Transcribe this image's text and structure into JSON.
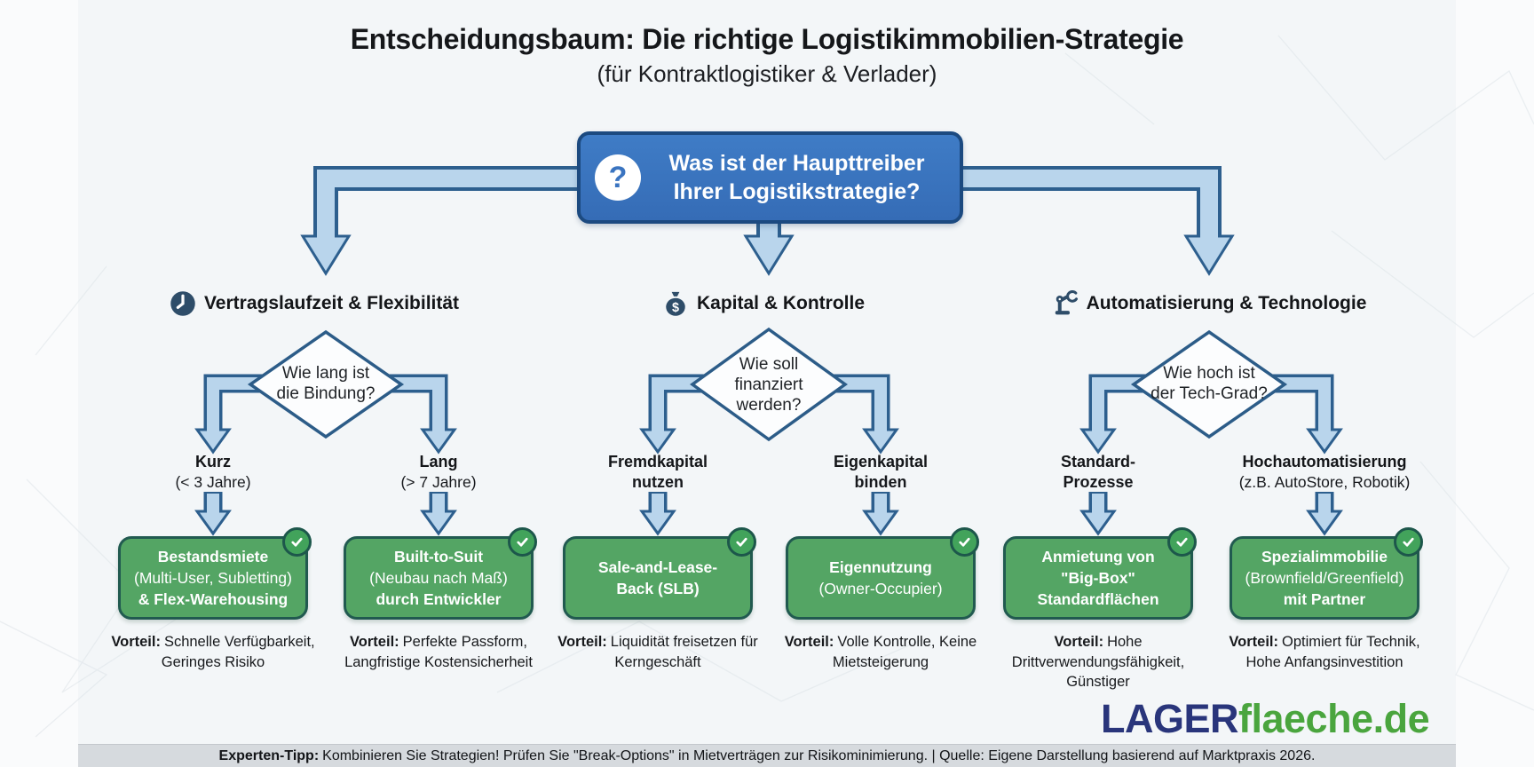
{
  "title": "Entscheidungsbaum: Die richtige Logistikimmobilien-Strategie",
  "subtitle": "(für Kontraktlogistiker & Verlader)",
  "root": {
    "icon_glyph": "?",
    "question_line1": "Was ist der Haupttreiber",
    "question_line2": "Ihrer Logistikstrategie?"
  },
  "vorteil_label": "Vorteil:",
  "branches": [
    {
      "header": "Vertragslaufzeit & Flexibilität",
      "icon": "clock-icon",
      "question_lines": [
        "Wie lang ist",
        "die Bindung?"
      ],
      "options": [
        {
          "label": "Kurz",
          "sublabel": "(< 3 Jahre)",
          "result_lines": [
            "Bestandsmiete",
            "(Multi-User, Subletting)",
            "& Flex-Warehousing"
          ],
          "benefit_text": "Schnelle Verfügbarkeit, Geringes Risiko"
        },
        {
          "label": "Lang",
          "sublabel": "(> 7 Jahre)",
          "result_lines": [
            "Built-to-Suit",
            "(Neubau nach Maß)",
            "durch Entwickler"
          ],
          "benefit_text": "Perfekte Passform, Langfristige Kostensicherheit"
        }
      ]
    },
    {
      "header": "Kapital & Kontrolle",
      "icon": "money-bag-icon",
      "question_lines": [
        "Wie soll",
        "finanziert",
        "werden?"
      ],
      "options": [
        {
          "label": "Fremdkapital",
          "sublabel": "nutzen",
          "result_lines": [
            "Sale-and-Lease-",
            "Back (SLB)"
          ],
          "benefit_text": "Liquidität freisetzen für Kerngeschäft"
        },
        {
          "label": "Eigenkapital",
          "sublabel": "binden",
          "result_lines": [
            "Eigennutzung",
            "(Owner-Occupier)"
          ],
          "benefit_text": "Volle Kontrolle, Keine Mietsteigerung"
        }
      ]
    },
    {
      "header": "Automatisierung & Technologie",
      "icon": "robot-arm-icon",
      "question_lines": [
        "Wie hoch ist",
        "der Tech-Grad?"
      ],
      "options": [
        {
          "label": "Standard-",
          "sublabel": "Prozesse",
          "result_lines": [
            "Anmietung von",
            "\"Big-Box\"",
            "Standardflächen"
          ],
          "benefit_text": "Hohe Drittverwendungsfähigkeit, Günstiger"
        },
        {
          "label": "Hochautomatisierung",
          "sublabel": "(z.B. AutoStore, Robotik)",
          "result_lines": [
            "Spezialimmobilie",
            "(Brownfield/Greenfield)",
            "mit Partner"
          ],
          "benefit_text": "Optimiert für Technik, Hohe Anfangsinvestition"
        }
      ]
    }
  ],
  "logo": {
    "prefix": "LAGER",
    "suffix": "flaeche.de"
  },
  "footer": {
    "tip_label": "Experten-Tipp:",
    "tip_text": "Kombinieren Sie Strategien! Prüfen Sie \"Break-Options\" in Mietverträgen zur Risikominimierung. | Quelle: Eigene Darstellung basierend auf Marktpraxis 2026."
  },
  "colors": {
    "root_blue": "#3a74c0",
    "arrow_fill": "#b9d5ec",
    "arrow_outline": "#2d5f8e",
    "result_green": "#54a564",
    "result_border": "#215a50",
    "logo_navy": "#29357b",
    "logo_green": "#4aa53e"
  }
}
